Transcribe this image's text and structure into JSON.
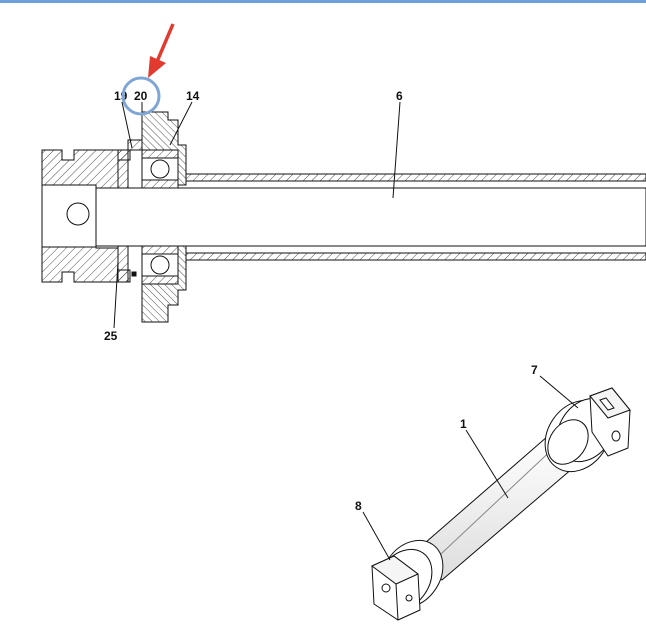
{
  "callouts": {
    "c19": "19",
    "c20": "20",
    "c14": "14",
    "c6": "6",
    "c25": "25",
    "c7": "7",
    "c1": "1",
    "c8": "8"
  },
  "highlight": {
    "circle_color": "#7fa6d4",
    "arrow_color": "#e23a2e"
  },
  "colors": {
    "top_bar": "#6f9fd8",
    "line": "#111111"
  }
}
